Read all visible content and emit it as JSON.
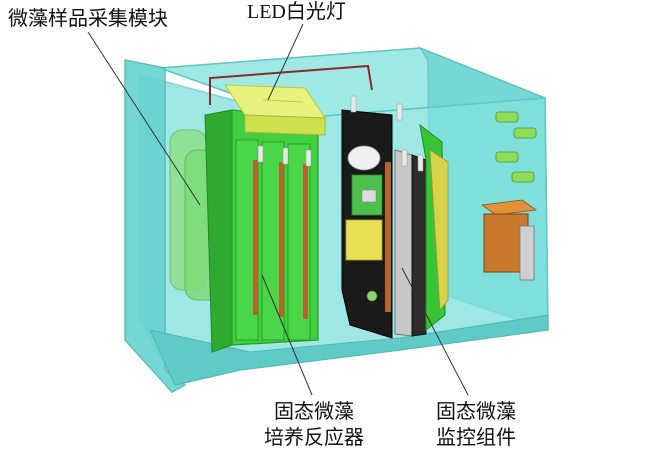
{
  "labels": {
    "sample_module": "微藻样品采集模块",
    "led": "LED白光灯",
    "reactor_line1": "固态微藻",
    "reactor_line2": "培养反应器",
    "monitor_line1": "固态微藻",
    "monitor_line2": "监控组件"
  },
  "colors": {
    "housing": "#7ee0dc",
    "housing_edge": "#5cc6c4",
    "reactor_green": "#3fcf3f",
    "led_yellow": "#d8ec5a",
    "copper": "#b5652a",
    "board_black": "#1a1a1a",
    "transformer": "#c8782a"
  }
}
